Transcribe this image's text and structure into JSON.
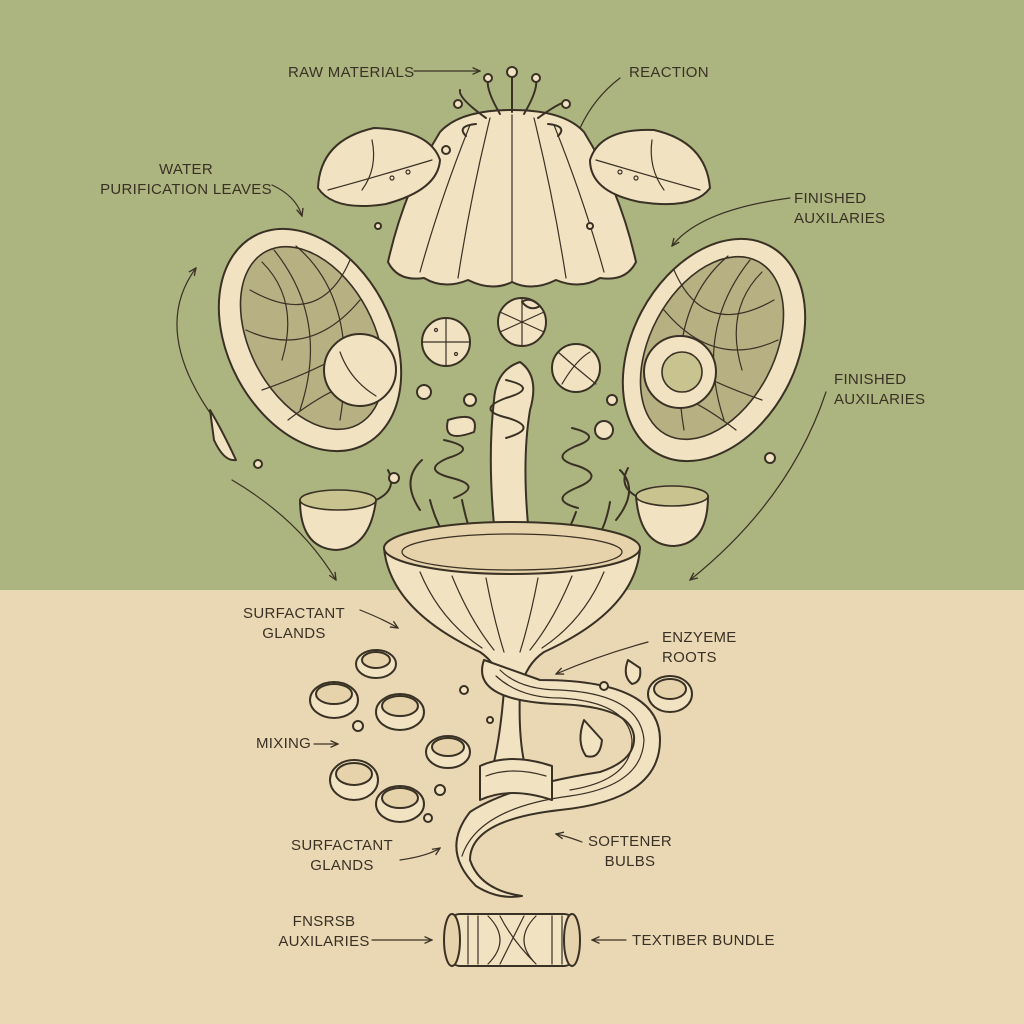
{
  "colors": {
    "top_background": "#acb47f",
    "bottom_background": "#ead8b4",
    "ink": "#3a3125",
    "cream_fill": "#f1e2c2"
  },
  "labels": {
    "raw_materials": "RAW MATERIALS",
    "reaction": "REACTION",
    "water_purification_leaves": [
      "WATER",
      "PURIFICATION LEAVES"
    ],
    "finished_auxilaries_top": [
      "FINISHED",
      "AUXILARIES"
    ],
    "finished_auxilaries_right": [
      "FINISHED",
      "AUXILARIES"
    ],
    "surfactant_glands_top": [
      "SURFACTANT",
      "GLANDS"
    ],
    "enzyeme_roots": [
      "ENZYEME",
      "ROOTS"
    ],
    "mixing": "MIXING",
    "surfactant_glands_bottom": [
      "SURFACTANT",
      "GLANDS"
    ],
    "softener_bulbs": [
      "SOFTENER",
      "BULBS"
    ],
    "fnsrsb_auxilaries": [
      "FNSRSB",
      "AUXILARIES"
    ],
    "textiber_bundle": "TEXTIBER BUNDLE"
  },
  "icons": [
    "jellyfish-bell-icon",
    "leaf-pod-icon",
    "mesh-oval-pod-icon",
    "seed-sphere-icon",
    "spiral-tendril-icon",
    "cup-gland-icon",
    "funnel-bowl-icon",
    "ribbon-stream-icon",
    "fiber-bundle-icon",
    "arrow-icon"
  ]
}
